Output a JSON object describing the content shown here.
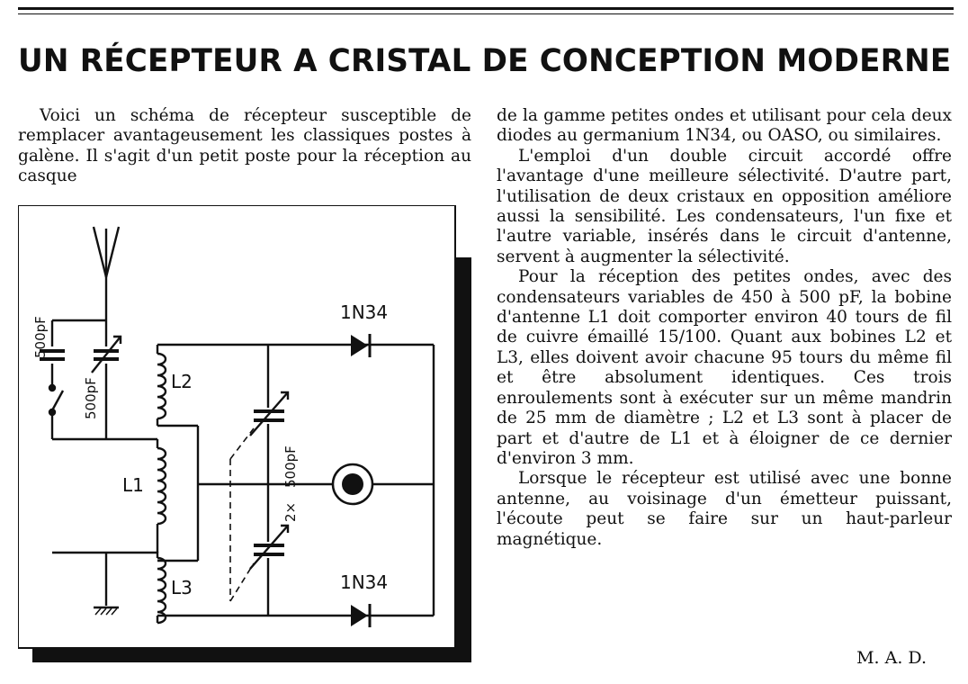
{
  "article": {
    "title": "UN RÉCEPTEUR A CRISTAL DE CONCEPTION MODERNE",
    "left_column": {
      "p1": "Voici un schéma de récepteur susceptible de remplacer avantageusement les classiques postes à galène. Il s'agit d'un petit poste pour la réception au casque"
    },
    "right_column": {
      "p1_cont": "de la gamme petites ondes et utilisant pour cela deux diodes au germanium 1N34, ou OASO, ou similaires.",
      "p2": "L'emploi d'un double circuit accordé offre l'avantage d'une meilleure sélectivité. D'autre part, l'utilisation de deux cristaux en opposition améliore aussi la sensibilité. Les condensateurs, l'un fixe et l'autre variable, insérés dans le circuit d'antenne, servent à augmenter la sélectivité.",
      "p3": "Pour la réception des petites ondes, avec des condensateurs variables de 450 à 500 pF, la bobine d'antenne L1 doit comporter environ 40 tours de fil de cuivre émaillé 15/100. Quant aux bobines L2 et L3, elles doivent avoir chacune 95 tours du même fil et être absolument identiques. Ces trois enroulements sont à exécuter sur un même mandrin de 25 mm de diamètre ; L2 et L3 sont à placer de part et d'autre de L1 et à éloigner de ce dernier d'environ 3 mm.",
      "p4": "Lorsque le récepteur est utilisé avec une bonne antenne, au voisinage d'un émetteur puissant, l'écoute peut se faire sur un haut-parleur magnétique."
    },
    "signature": "M. A. D."
  },
  "schematic": {
    "label_fixed_cap": "500pF",
    "label_var_cap": "500pF",
    "label_l1": "L1",
    "label_l2": "L2",
    "label_l3": "L3",
    "label_diode_top": "1N34",
    "label_diode_bottom": "1N34",
    "label_twin_cap_multiplier": "2×",
    "label_twin_cap_value": "500pF"
  }
}
